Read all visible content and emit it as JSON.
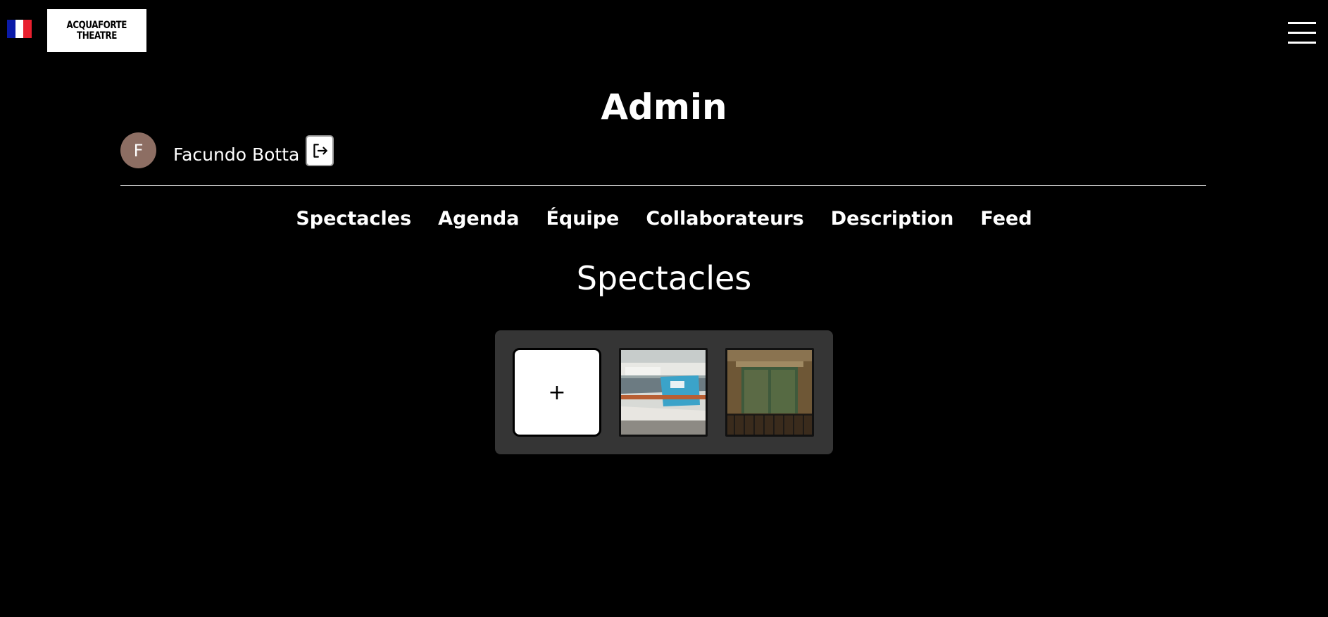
{
  "header": {
    "language_flag_icon": "flag-fr-icon",
    "logo_text": [
      "ACQUAFORTE",
      "THEATRE"
    ],
    "menu_icon": "hamburger-icon"
  },
  "admin": {
    "title": "Admin",
    "user": {
      "initial": "F",
      "name": "Facundo Botta",
      "avatar_color": "#8d6e63"
    },
    "logout_icon": "logout-icon"
  },
  "nav": {
    "items": [
      "Spectacles",
      "Agenda",
      "Équipe",
      "Collaborateurs",
      "Description",
      "Feed"
    ]
  },
  "section": {
    "title": "Spectacles"
  },
  "gallery": {
    "add_label": "+",
    "items": [
      {
        "image": "boat-harbor-photo"
      },
      {
        "image": "green-shutter-balcony-photo"
      }
    ]
  },
  "colors": {
    "background": "#000000",
    "panel": "#353535",
    "text": "#ffffff"
  }
}
